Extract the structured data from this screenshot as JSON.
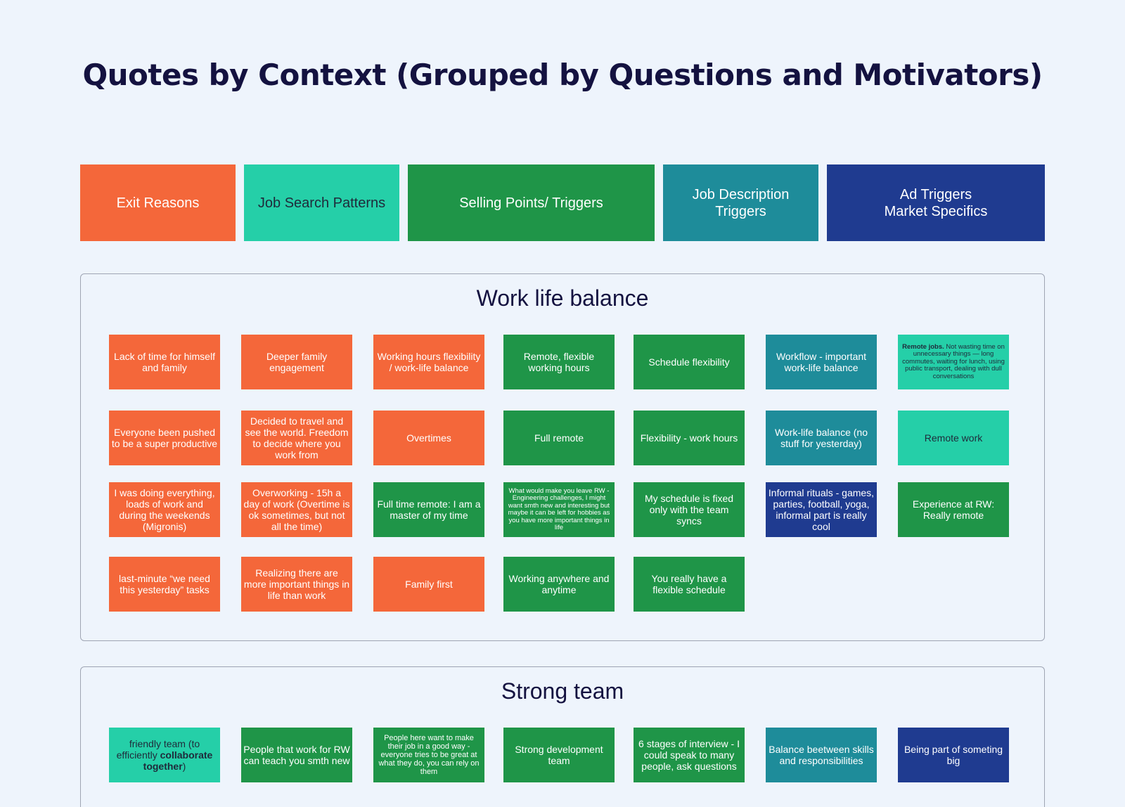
{
  "page": {
    "title": "Quotes by Context (Grouped by Questions and Motivators)"
  },
  "colors": {
    "exit": "#f4673a",
    "search": "#25cfa8",
    "selling": "#1f9548",
    "jobdesc": "#1e8c9a",
    "ad": "#1f3b90"
  },
  "legend": [
    {
      "label": "Exit Reasons",
      "category": "exit"
    },
    {
      "label": "Job Search Patterns",
      "category": "search"
    },
    {
      "label": "Selling Points/ Triggers",
      "category": "selling"
    },
    {
      "label": "Job Description\nTriggers",
      "category": "jobdesc"
    },
    {
      "label": "Ad Triggers\nMarket Specifics",
      "category": "ad"
    }
  ],
  "sections": [
    {
      "title": "Work life balance",
      "columns": [
        [
          {
            "text": "Lack of time for himself and family",
            "category": "exit"
          },
          {
            "text": "Everyone been pushed to be a super productive",
            "category": "exit"
          },
          {
            "text": "I was doing everything, loads of work and during the weekends (Migronis)",
            "category": "exit"
          },
          {
            "text": "last-minute “we need this yesterday” tasks",
            "category": "exit"
          }
        ],
        [
          {
            "text": "Deeper family engagement",
            "category": "exit"
          },
          {
            "text": "Decided to travel and see the world. Freedom to decide where you work from",
            "category": "exit"
          },
          {
            "text": "Overworking - 15h a day of work (Overtime is ok sometimes, but not all the time)",
            "category": "exit"
          },
          {
            "text": "Realizing there are more important things in life than work",
            "category": "exit"
          }
        ],
        [
          {
            "text": "Working hours flexibility / work-life balance",
            "category": "exit"
          },
          {
            "text": "Overtimes",
            "category": "exit"
          },
          {
            "text": "Full time remote: I am a master of my time",
            "category": "selling"
          },
          {
            "text": "Family first",
            "category": "exit"
          }
        ],
        [
          {
            "text": "Remote, flexible working hours",
            "category": "selling"
          },
          {
            "text": "Full remote",
            "category": "selling"
          },
          {
            "text": "What would make you leave RW - Engineering challenges, I might want smth new and interesting but maybe it can be left for hobbies as you have more important things in life",
            "category": "selling",
            "size": "tiny"
          },
          {
            "text": "Working anywhere and anytime",
            "category": "selling"
          }
        ],
        [
          {
            "text": "Schedule flexibility",
            "category": "selling"
          },
          {
            "text": "Flexibility - work hours",
            "category": "selling"
          },
          {
            "text": "My schedule is fixed only with the team syncs",
            "category": "selling"
          },
          {
            "text": "You really have a flexible schedule",
            "category": "selling"
          }
        ],
        [
          {
            "text": "Workflow - important work-life balance",
            "category": "jobdesc"
          },
          {
            "text": "Work-life balance (no stuff for yesterday)",
            "category": "jobdesc"
          },
          {
            "text": "Informal rituals - games, parties, football, yoga, informal part is really cool",
            "category": "ad"
          }
        ],
        [
          {
            "bold": "Remote jobs.",
            "text": " Not wasting time on unnecessary things — long commutes, waiting for lunch, using public transport, dealing with dull conversations",
            "category": "search",
            "size": "tiny"
          },
          {
            "text": "Remote work",
            "category": "search"
          },
          {
            "text": "Experience at RW: Really remote",
            "category": "selling"
          }
        ]
      ]
    },
    {
      "title": "Strong team",
      "columns": [
        [
          {
            "text": "friendly team (to efficiently ",
            "bold": "collaborate together",
            "after": ")",
            "category": "search"
          }
        ],
        [
          {
            "text": "People that work for RW can teach you smth new",
            "category": "selling"
          }
        ],
        [
          {
            "text": "People here want to make their job in a good way - everyone tries to be great at what they do, you can rely on them",
            "category": "selling",
            "size": "small"
          }
        ],
        [
          {
            "text": "Strong development team",
            "category": "selling"
          }
        ],
        [
          {
            "text": "6 stages of interview - I could speak to many people, ask questions",
            "category": "selling"
          }
        ],
        [
          {
            "text": "Balance beetween skills and responsibilities",
            "category": "jobdesc"
          }
        ],
        [
          {
            "text": "Being part of someting big",
            "category": "ad"
          }
        ]
      ]
    }
  ]
}
